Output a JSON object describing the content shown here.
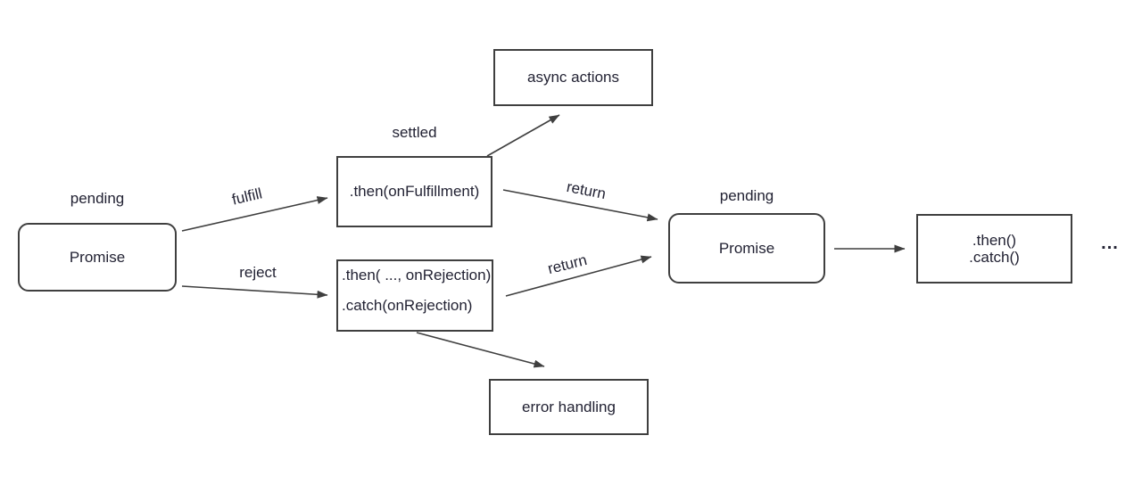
{
  "nodes": {
    "promise1": {
      "state": "pending",
      "label": "Promise"
    },
    "then_fulfillment": {
      "state": "settled",
      "label": ".then(onFulfillment)"
    },
    "then_rejection": {
      "lines": [
        ".then( ..., onRejection)",
        ".catch(onRejection)"
      ]
    },
    "async_actions": {
      "label": "async actions"
    },
    "error_handling": {
      "label": "error handling"
    },
    "promise2": {
      "state": "pending",
      "label": "Promise"
    },
    "chain": {
      "lines": [
        ".then()",
        ".catch()"
      ]
    },
    "ellipsis": {
      "label": "..."
    }
  },
  "edges": {
    "fulfill": {
      "label": "fulfill"
    },
    "reject": {
      "label": "reject"
    },
    "return_top": {
      "label": "return"
    },
    "return_bottom": {
      "label": "return"
    }
  },
  "colors": {
    "stroke": "#3f3f3f",
    "text": "#222233",
    "background": "#ffffff"
  }
}
